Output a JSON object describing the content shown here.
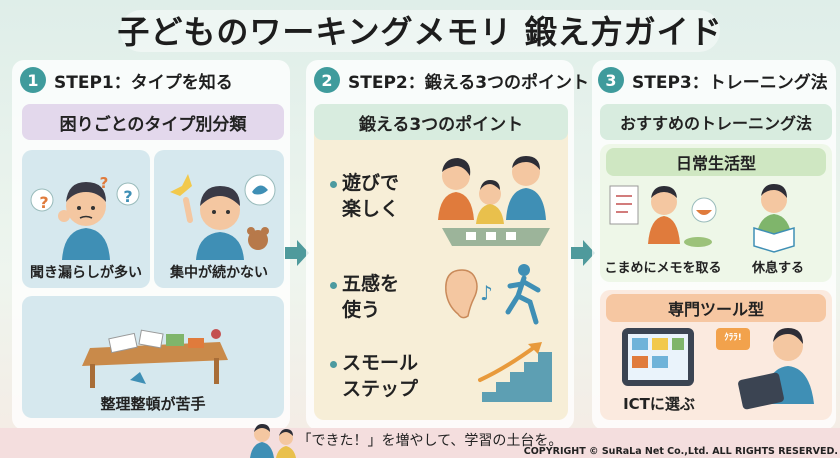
{
  "title": "子どものワーキングメモリ 鍛え方ガイド",
  "steps": [
    {
      "number": "1",
      "heading": "STEP1：タイプを知る"
    },
    {
      "number": "2",
      "heading": "STEP2：鍛える3つのポイント"
    },
    {
      "number": "3",
      "heading": "STEP3：トレーニング法"
    }
  ],
  "step1": {
    "banner": "困りごとのタイプ別分類",
    "types": [
      {
        "label": "聞き漏らしが多い"
      },
      {
        "label": "集中が続かない"
      },
      {
        "label": "整理整頓が苦手"
      }
    ],
    "question_mark": "?"
  },
  "step2": {
    "banner": "鍛える3つのポイント",
    "points": [
      {
        "line1": "遊びで",
        "line2": "楽しく"
      },
      {
        "line1": "五感を",
        "line2": "使う"
      },
      {
        "line1": "スモール",
        "line2": "ステップ"
      }
    ]
  },
  "step3": {
    "banner": "おすすめのトレーニング法",
    "daily": {
      "title": "日常生活型",
      "items": [
        {
          "label": "こまめにメモを取る"
        },
        {
          "label": "休息する"
        }
      ]
    },
    "tools": {
      "title": "専門ツール型",
      "label": "ICTに選ぶ",
      "tablet_tag": "ｸﾗﾗ!"
    }
  },
  "footer": {
    "message": "「できた！」を増やして、学習の土台を。",
    "copyright": "COPYRIGHT © SuRaLa Net Co.,Ltd. ALL RIGHTS RESERVED."
  },
  "colors": {
    "accent": "#3f9b9c",
    "step1_banner": "#e3d8ec",
    "step2_banner": "#d8ecdf",
    "step3_banner": "#d8ecdf",
    "daily_title": "#cfe7c2",
    "tools_title": "#f6c7a2",
    "footer": "#f4dede"
  }
}
